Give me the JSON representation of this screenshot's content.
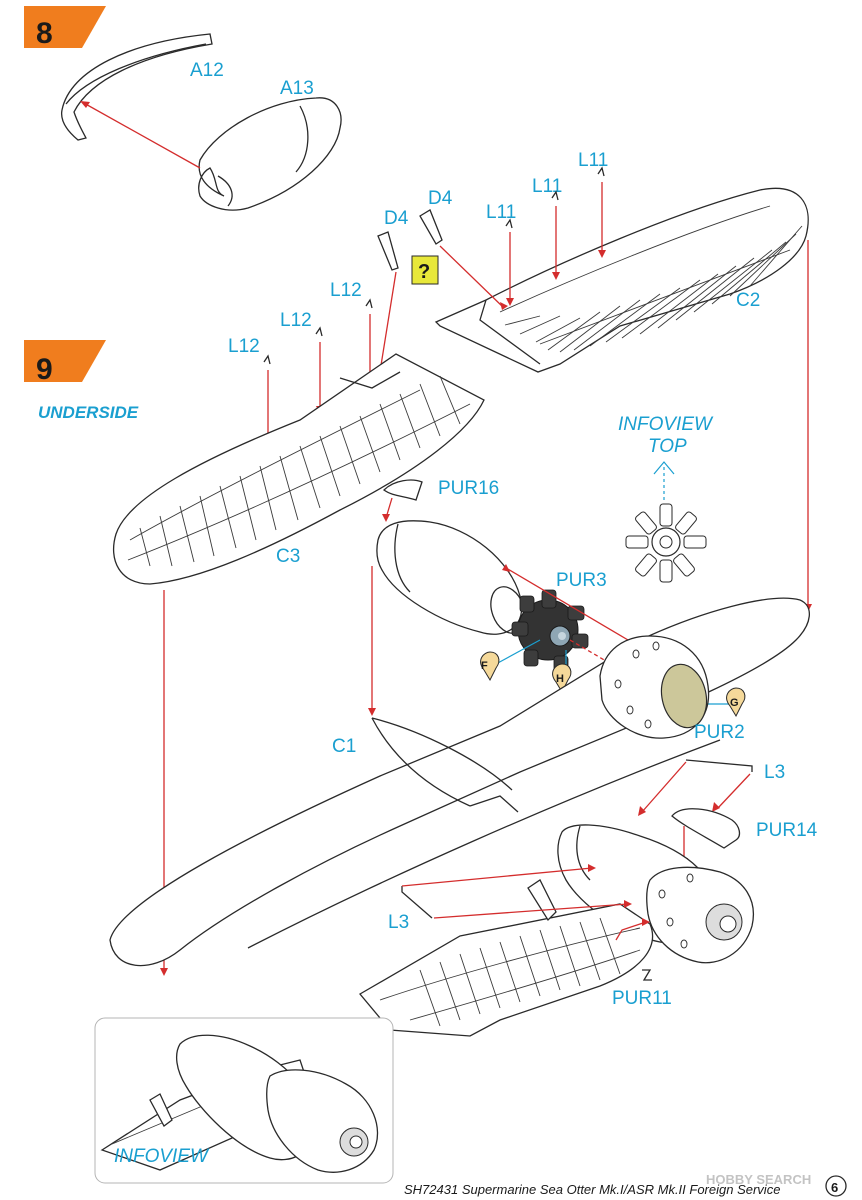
{
  "steps": {
    "step8": "8",
    "step9": "9"
  },
  "headings": {
    "underside": "UNDERSIDE",
    "infoview_top_1": "INFOVIEW",
    "infoview_top_2": "TOP",
    "infoview": "INFOVIEW"
  },
  "parts": {
    "a12": "A12",
    "a13": "A13",
    "d4_left": "D4",
    "d4_right": "D4",
    "l11_1": "L11",
    "l11_2": "L11",
    "l11_3": "L11",
    "l12_1": "L12",
    "l12_2": "L12",
    "l12_3": "L12",
    "c2": "C2",
    "c3": "C3",
    "c1": "C1",
    "pur16": "PUR16",
    "pur3": "PUR3",
    "pur2": "PUR2",
    "l3_right": "L3",
    "l3_left": "L3",
    "pur14": "PUR14",
    "pur11": "PUR11"
  },
  "markers": {
    "f": "F",
    "h": "H",
    "g": "G",
    "question": "?"
  },
  "footer": {
    "caption": "SH72431 Supermarine Sea Otter Mk.I/ASR Mk.II Foreign Service",
    "page": "6",
    "watermark": "HOBBY SEARCH"
  },
  "colors": {
    "label": "#1a9fd0",
    "arrow": "#d42d2d",
    "step_tab": "#f07d1e",
    "marker": "#f5d99a",
    "question_bg": "#e8e83a",
    "cowl_inner": "#ccc79a"
  }
}
